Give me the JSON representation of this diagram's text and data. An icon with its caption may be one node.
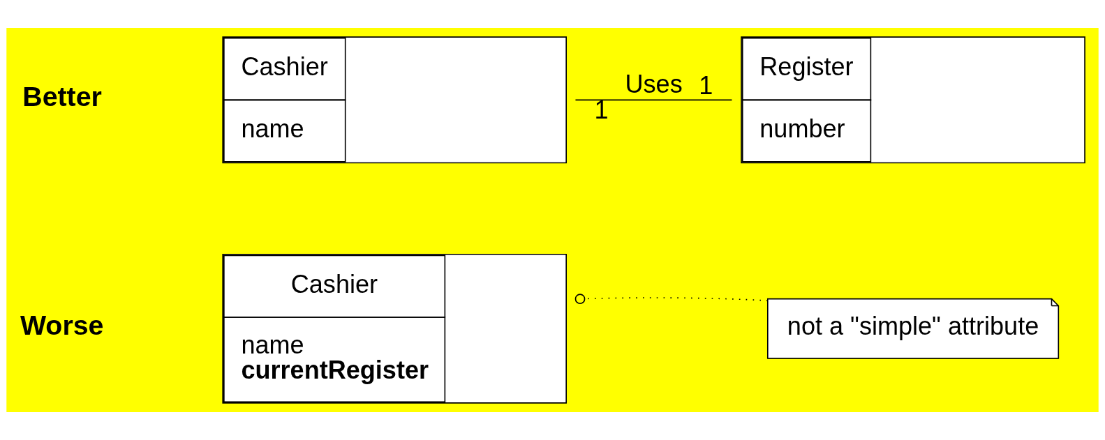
{
  "diagram": {
    "nodes": [
      {
        "text": [
          "Cashier",
          "name",
          "currentRegister"
        ]
      },
      {
        "text": [
          "not a \"simple\" attribute"
        ]
      },
      {
        "text": [
          "Cashier",
          "name"
        ]
      },
      {
        "text": [
          "Register",
          "number"
        ]
      }
    ],
    "edges": [
      {
        "from": 1,
        "to": 0,
        "arrow": "other",
        "style": "dashed"
      },
      {
        "from": 2,
        "to": 3,
        "arrow": "none",
        "label": "Uses"
      }
    ],
    "labels": [
      "Worse",
      "Better",
      "1",
      "1"
    ]
  }
}
